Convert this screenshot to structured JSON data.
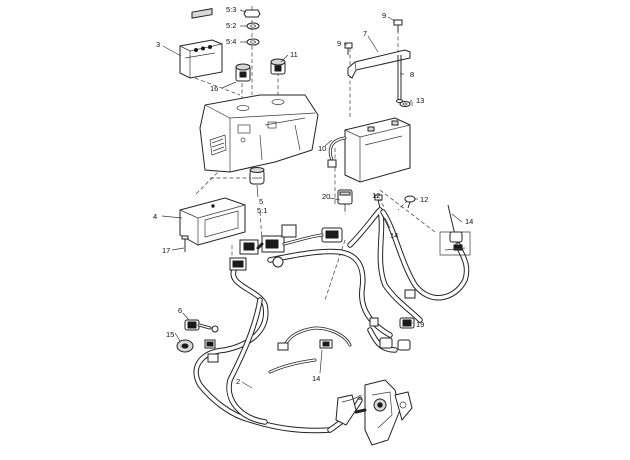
{
  "labels": {
    "l_5_3": "5:3",
    "l_5_2": "5:2",
    "l_5_4": "5:4",
    "l_9a": "9",
    "l_9b": "9",
    "l_7": "7",
    "l_8": "8",
    "l_3": "3",
    "l_11": "11",
    "l_16": "16",
    "l_13": "13",
    "l_10": "10",
    "l_5": "5",
    "l_5_1": "5:1",
    "l_20": "20",
    "l_12a": "12",
    "l_12b": "12",
    "l_4": "4",
    "l_17": "17",
    "l_14a": "14",
    "l_14b": "14",
    "l_14c": "14",
    "l_6a": "6",
    "l_6b": "6",
    "l_15": "15",
    "l_2": "2",
    "l_19": "19"
  },
  "icons": {
    "battery": "battery-icon",
    "display": "display-module-icon",
    "relay": "relay-icon",
    "control_box": "control-box-icon"
  }
}
